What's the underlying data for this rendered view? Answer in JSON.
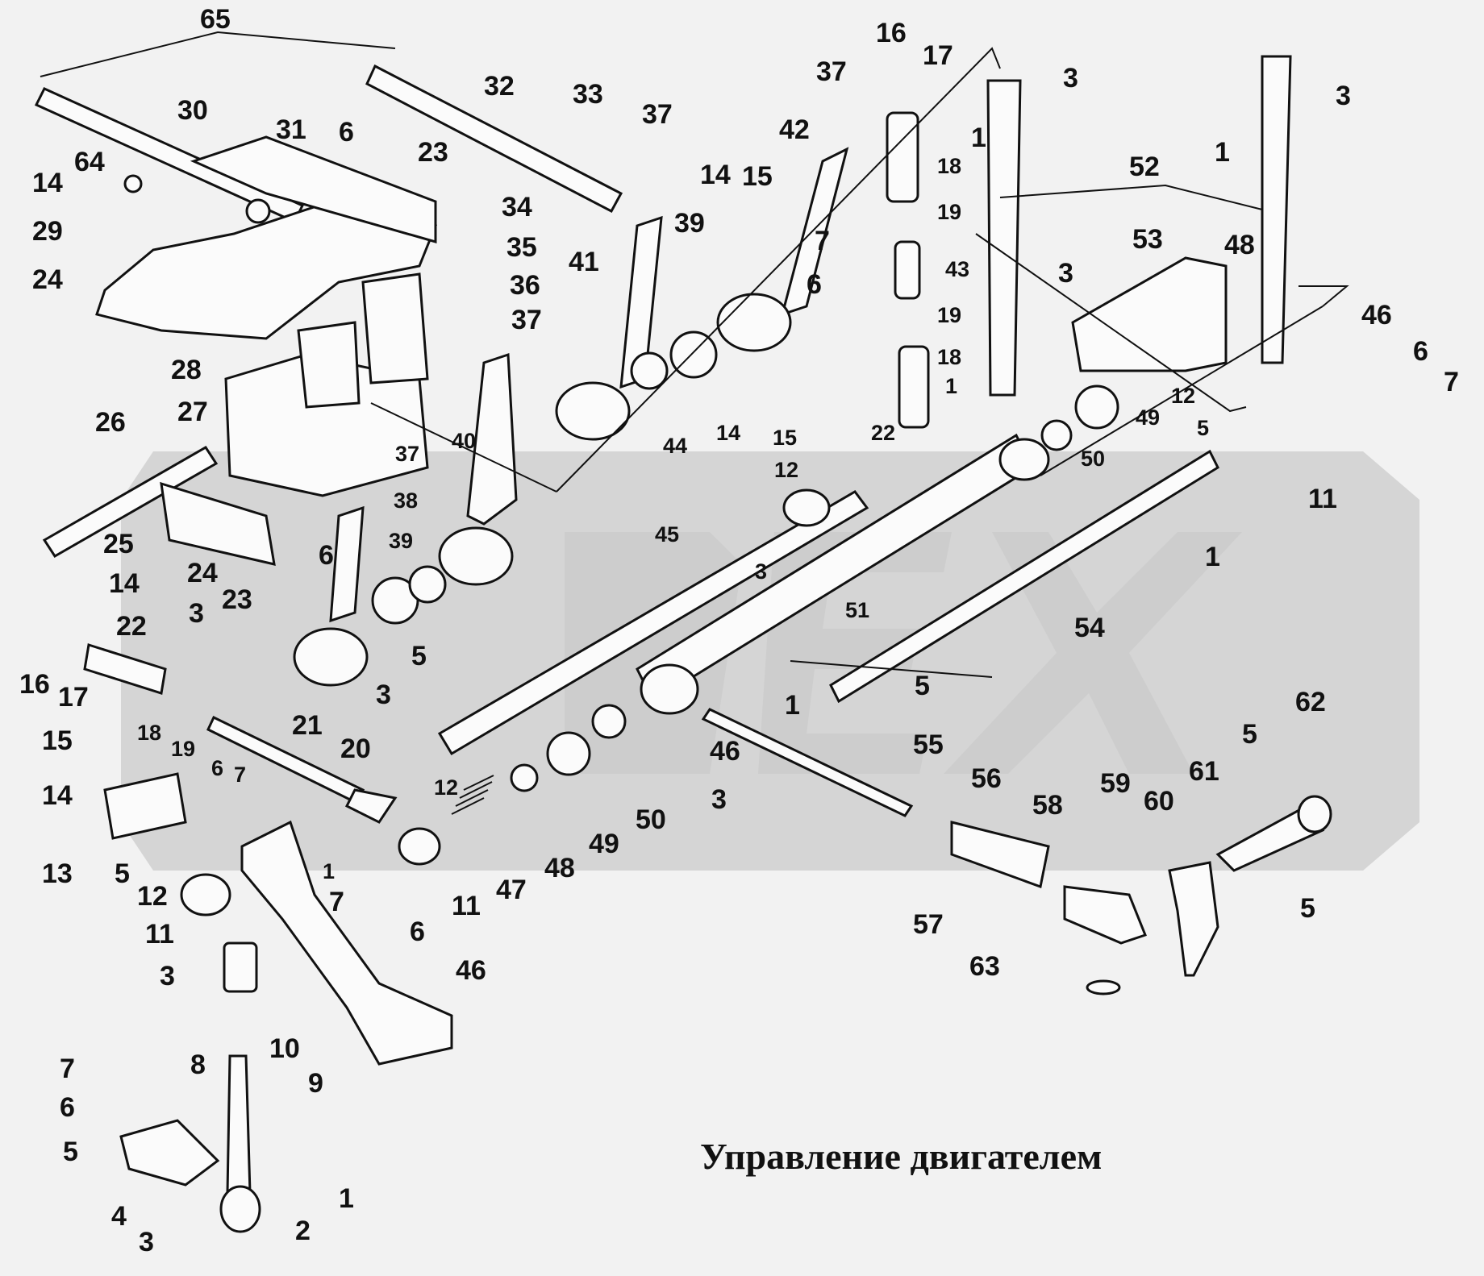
{
  "caption": "Управление двигателем",
  "labels": {
    "l65": "65",
    "l30": "30",
    "l31": "31",
    "l64": "64",
    "l14a": "14",
    "l29": "29",
    "l24a": "24",
    "l6a": "6",
    "l23a": "23",
    "l32": "32",
    "l33": "33",
    "l34": "34",
    "l35": "35",
    "l36": "36",
    "l37a": "37",
    "l37b": "37",
    "l37c": "37",
    "l37d": "37",
    "l28": "28",
    "l27": "27",
    "l26": "26",
    "l25": "25",
    "l14b": "14",
    "l24b": "24",
    "l6b": "6",
    "l23b": "23",
    "l38": "38",
    "l39a": "39",
    "l39b": "39",
    "l40": "40",
    "l41": "41",
    "l42": "42",
    "l14c": "14",
    "l15a": "15",
    "l16a": "16",
    "l17a": "17",
    "l18a": "18",
    "l19a": "19",
    "l43": "43",
    "l19b": "19",
    "l18b": "18",
    "l1a": "1",
    "l14d": "14",
    "l15b": "15",
    "l22a": "22",
    "l44": "44",
    "l7a": "7",
    "l6c": "6",
    "l3a": "3",
    "l1b": "1",
    "l3b": "3",
    "l52": "52",
    "l53": "53",
    "l48a": "48",
    "l3c": "3",
    "l1c": "1",
    "l46a": "46",
    "l6d": "6",
    "l7b": "7",
    "l12a": "12",
    "l49a": "49",
    "l5a": "5",
    "l50a": "50",
    "l11a": "11",
    "l12b": "12",
    "l45": "45",
    "l3d": "3",
    "l51": "51",
    "l54": "54",
    "l1d": "1",
    "l5b": "5",
    "l1e": "1",
    "l55": "55",
    "l46b": "46",
    "l3e": "3",
    "l50b": "50",
    "l49b": "49",
    "l48b": "48",
    "l47": "47",
    "l12c": "12",
    "l56": "56",
    "l58": "58",
    "l59": "59",
    "l60": "60",
    "l61": "61",
    "l62": "62",
    "l5c": "5",
    "l5d": "5",
    "l57": "57",
    "l63": "63",
    "l16b": "16",
    "l17b": "17",
    "l22b": "22",
    "l3f": "3",
    "l15c": "15",
    "l18c": "18",
    "l19c": "19",
    "l5e": "5",
    "l3g": "3",
    "l21": "21",
    "l20": "20",
    "l14e": "14",
    "l6e": "6",
    "l7c": "7",
    "l13": "13",
    "l5f": "5",
    "l12d": "12",
    "l11b": "11",
    "l1f": "1",
    "l7d": "7",
    "l11c": "11",
    "l6f": "6",
    "l46c": "46",
    "l3h": "3",
    "l10": "10",
    "l9": "9",
    "l8": "8",
    "l7e": "7",
    "l6g": "6",
    "l5g": "5",
    "l4": "4",
    "l3i": "3",
    "l2": "2",
    "l1g": "1"
  }
}
